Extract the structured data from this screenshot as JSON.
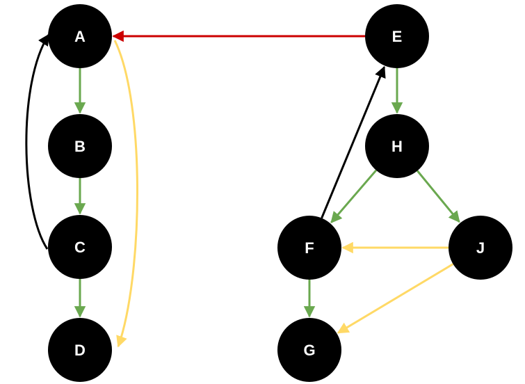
{
  "colors": {
    "node_fill": "#000000",
    "node_text": "#ffffff",
    "green": "#6aa84f",
    "yellow": "#ffd966",
    "red": "#cc0000",
    "black": "#000000",
    "background": "#ffffff"
  },
  "nodes": [
    {
      "id": "A",
      "label": "A"
    },
    {
      "id": "B",
      "label": "B"
    },
    {
      "id": "C",
      "label": "C"
    },
    {
      "id": "D",
      "label": "D"
    },
    {
      "id": "E",
      "label": "E"
    },
    {
      "id": "H",
      "label": "H"
    },
    {
      "id": "F",
      "label": "F"
    },
    {
      "id": "J",
      "label": "J"
    },
    {
      "id": "G",
      "label": "G"
    }
  ],
  "edges": [
    {
      "id": "A-B",
      "from": "A",
      "to": "B",
      "color": "green"
    },
    {
      "id": "B-C",
      "from": "B",
      "to": "C",
      "color": "green"
    },
    {
      "id": "C-D",
      "from": "C",
      "to": "D",
      "color": "green"
    },
    {
      "id": "C-A",
      "from": "C",
      "to": "A",
      "color": "black",
      "curved": true
    },
    {
      "id": "A-D",
      "from": "A",
      "to": "D",
      "color": "yellow",
      "curved": true
    },
    {
      "id": "E-A",
      "from": "E",
      "to": "A",
      "color": "red"
    },
    {
      "id": "E-H",
      "from": "E",
      "to": "H",
      "color": "green"
    },
    {
      "id": "H-F",
      "from": "H",
      "to": "F",
      "color": "green"
    },
    {
      "id": "H-J",
      "from": "H",
      "to": "J",
      "color": "green"
    },
    {
      "id": "J-F",
      "from": "J",
      "to": "F",
      "color": "yellow"
    },
    {
      "id": "J-G",
      "from": "J",
      "to": "G",
      "color": "yellow"
    },
    {
      "id": "F-G",
      "from": "F",
      "to": "G",
      "color": "green"
    },
    {
      "id": "F-E",
      "from": "F",
      "to": "E",
      "color": "black"
    }
  ]
}
